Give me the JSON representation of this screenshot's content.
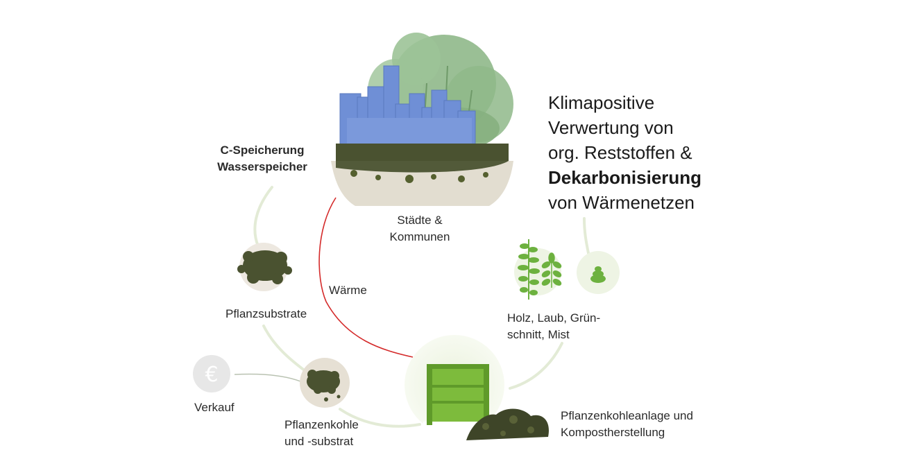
{
  "headline": {
    "line1": "Klimapositive",
    "line2": "Verwertung von",
    "line3": "org. Reststoffen &",
    "line4_bold": "Dekarbonisierung",
    "line5": "von Wärmenetzen"
  },
  "labels": {
    "storage_line1": "C-Speicherung",
    "storage_line2": "Wasserspeicher",
    "cities_line1": "Städte &",
    "cities_line2": "Kommunen",
    "heat": "Wärme",
    "substrates": "Pflanzsubstrate",
    "inputs_line1": "Holz, Laub, Grün-",
    "inputs_line2": "schnitt, Mist",
    "sale": "Verkauf",
    "biochar_line1": "Pflanzenkohle",
    "biochar_line2": "und -substrat",
    "plant_line1": "Pflanzenkohleanlage und",
    "plant_line2": "Kompostherstellung"
  },
  "icons": {
    "euro": "€"
  },
  "colors": {
    "building_blue": "#6f8fd6",
    "tree_green": "#8fb88a",
    "soil_dark": "#4a5230",
    "pot_beige": "#e2ddd0",
    "heat_red": "#d42a2a",
    "cycle_green": "#dfe8cf",
    "leaf_green": "#6db13f",
    "plant_green": "#7dbb3c"
  }
}
